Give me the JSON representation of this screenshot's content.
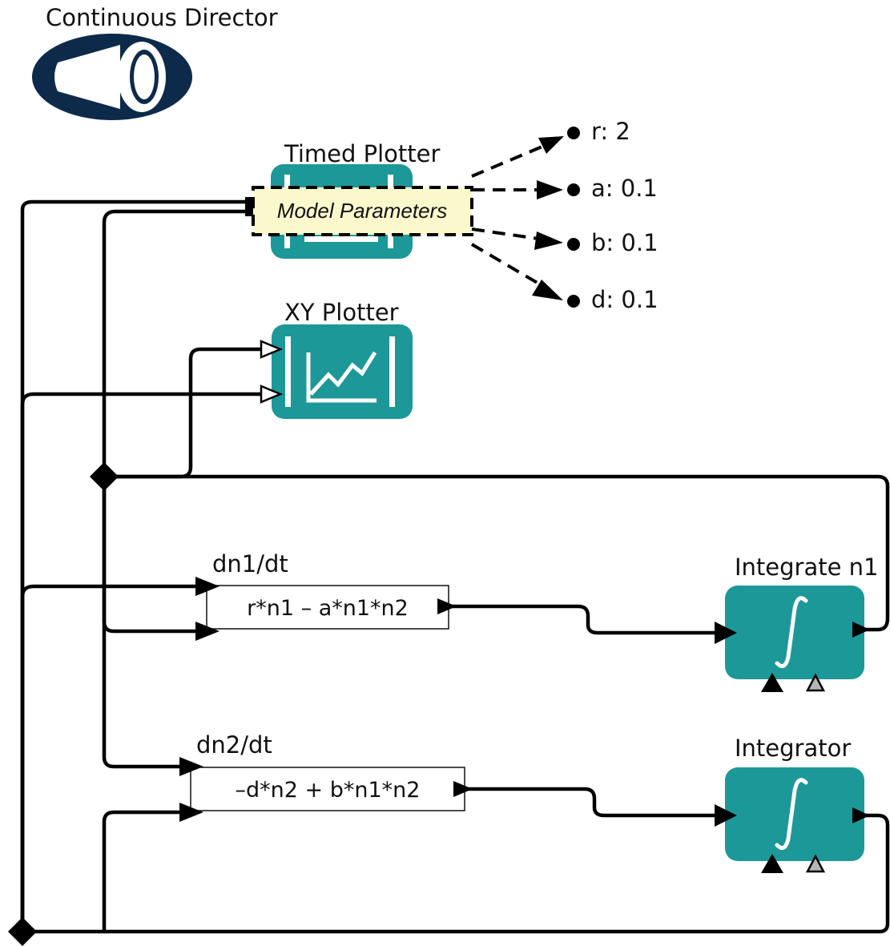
{
  "director": {
    "label": "Continuous Director",
    "icon": "megaphone-icon",
    "color": "#0d2a4a"
  },
  "actor_color": "#1d9898",
  "timed_plotter": {
    "label": "Timed Plotter",
    "icon": "timed-plot-icon"
  },
  "annotation": {
    "text": "Model Parameters",
    "color": "#fbf8cc"
  },
  "parameters": [
    {
      "text": "r: 2"
    },
    {
      "text": "a: 0.1"
    },
    {
      "text": "b: 0.1"
    },
    {
      "text": "d: 0.1"
    }
  ],
  "xy_plotter": {
    "label": "XY Plotter",
    "icon": "xy-plot-icon"
  },
  "expr1": {
    "label": "dn1/dt",
    "expression": "r*n1 – a*n1*n2"
  },
  "expr2": {
    "label": "dn2/dt",
    "expression": "–d*n2 + b*n1*n2"
  },
  "integrator1": {
    "label": "Integrate n1",
    "icon": "integral-icon"
  },
  "integrator2": {
    "label": "Integrator",
    "icon": "integral-icon"
  }
}
